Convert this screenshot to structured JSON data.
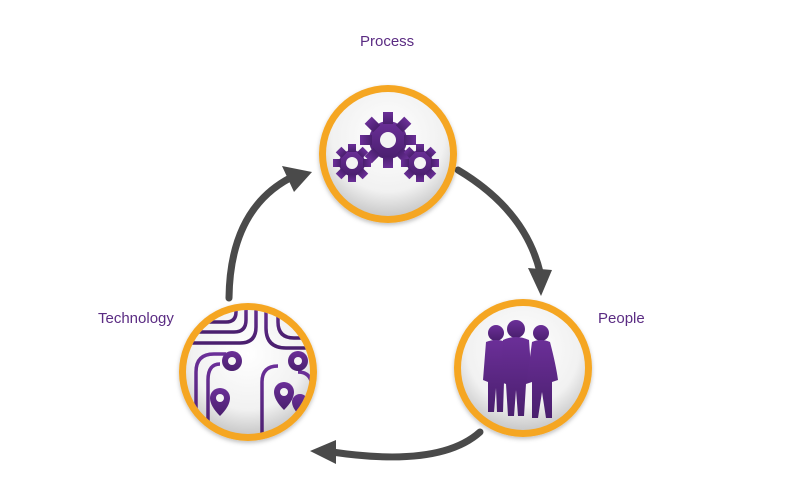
{
  "diagram": {
    "type": "cycle",
    "nodes": [
      {
        "id": "process",
        "label": "Process",
        "icon": "gears-icon"
      },
      {
        "id": "people",
        "label": "People",
        "icon": "people-silhouette-icon"
      },
      {
        "id": "technology",
        "label": "Technology",
        "icon": "circuit-board-icon"
      }
    ],
    "edges": [
      {
        "from": "process",
        "to": "people"
      },
      {
        "from": "people",
        "to": "technology"
      },
      {
        "from": "technology",
        "to": "process"
      }
    ]
  },
  "colors": {
    "ring": "#f5a623",
    "icon": "#5b2c83",
    "arrow": "#4a4a4a",
    "label": "#5b2c83"
  }
}
